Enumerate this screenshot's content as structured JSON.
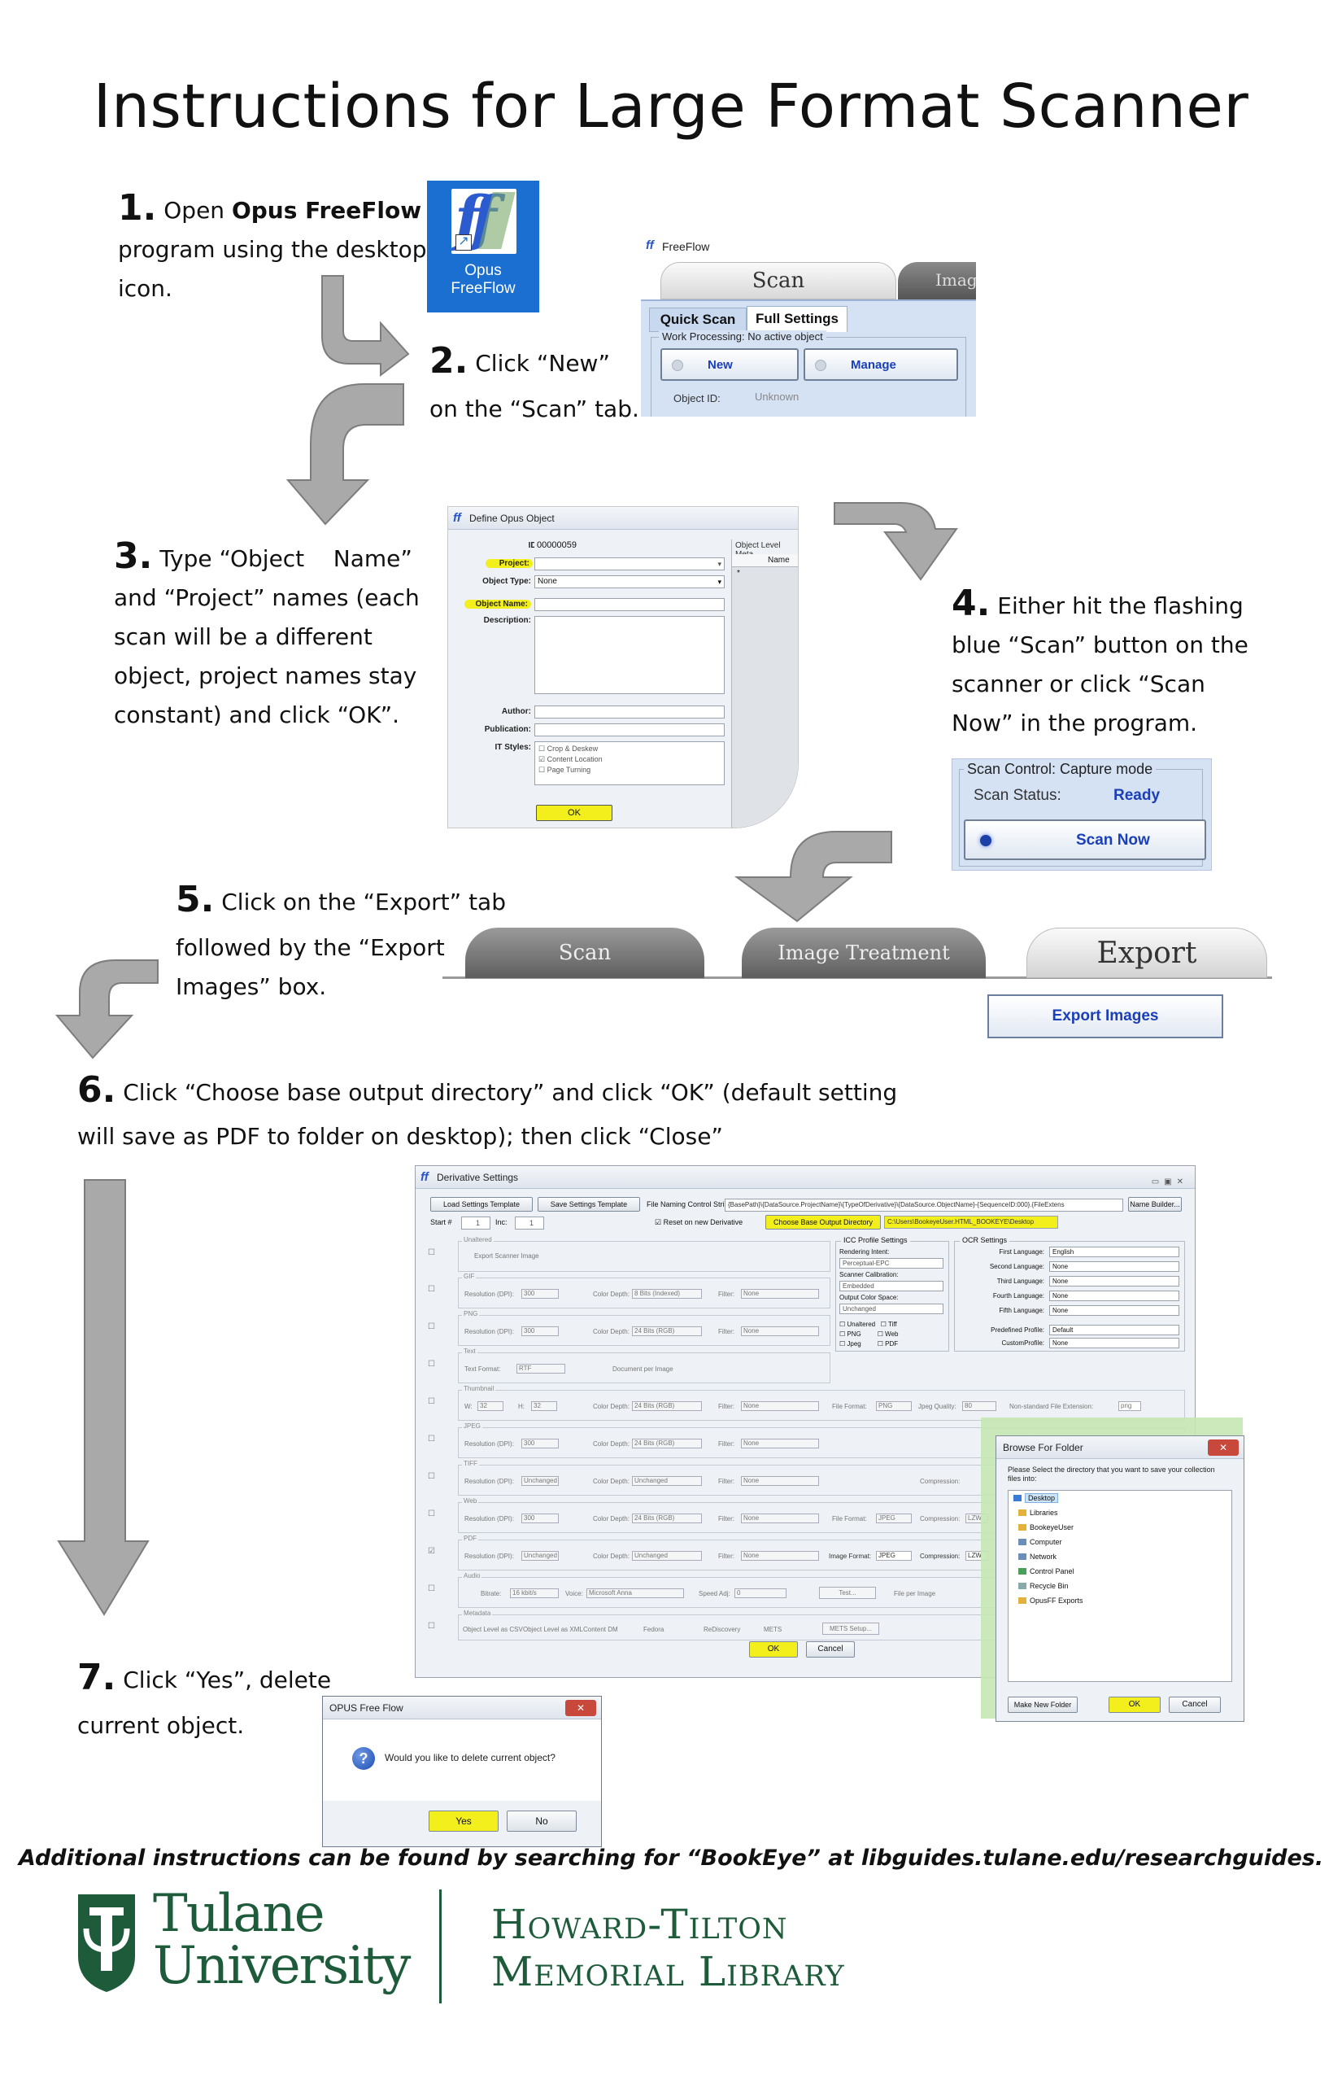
{
  "title": "Instructions for Large Format Scanner",
  "steps": {
    "s1": {
      "num": "1.",
      "text_a": "Open ",
      "bold": "Opus FreeFlow",
      "line2": "program using the desktop",
      "line3": "icon."
    },
    "s2": {
      "num": "2.",
      "line1": "Click “New”",
      "line2": "on the “Scan” tab."
    },
    "s3": {
      "num": "3.",
      "line1": "Type “Object    Name”",
      "line2": "and “Project” names (each",
      "line3": "scan will be a different",
      "line4": "object, project names stay",
      "line5": "constant) and click “OK”."
    },
    "s4": {
      "num": "4.",
      "line1": "Either hit the flashing",
      "line2": "blue “Scan” button on the",
      "line3": "scanner or click “Scan",
      "line4": "Now” in the program."
    },
    "s5": {
      "num": "5.",
      "line1": "Click on the “Export” tab",
      "line2": "followed by the “Export",
      "line3": "Images” box."
    },
    "s6": {
      "num": "6.",
      "line1": "Click “Choose base output directory” and click “OK” (default setting",
      "line2": "will save as PDF to folder on desktop); then click “Close”"
    },
    "s7": {
      "num": "7.",
      "line1": "Click “Yes”, delete",
      "line2": "current object."
    }
  },
  "desktop_icon": {
    "glyph": "ff",
    "label_line1": "Opus",
    "label_line2": "FreeFlow"
  },
  "freeflow_window": {
    "app": "FreeFlow",
    "tabs": [
      "Scan",
      "Image"
    ],
    "subtabs": [
      "Quick Scan",
      "Full Settings"
    ],
    "work_processing": "Work Processing: No active object",
    "new_label": "New",
    "manage_label": "Manage",
    "object_id_label": "Object ID:",
    "object_id_value": "Unknown"
  },
  "define_object": {
    "window_title": "Define Opus Object",
    "id_label": "ID:",
    "id_value": "00000059",
    "project_label": "Project:",
    "object_type_label": "Object Type:",
    "object_type_value": "None",
    "object_name_label": "Object Name:",
    "description_label": "Description:",
    "author_label": "Author:",
    "publication_label": "Publication:",
    "it_styles_label": "IT Styles:",
    "styles": [
      "Crop & Deskew",
      "Content Location",
      "Page Turning"
    ],
    "ok_label": "OK",
    "metadata_header": "Object Level Meta",
    "name_col": "Name"
  },
  "scan_control": {
    "group": "Scan Control: Capture mode",
    "status_label": "Scan Status:",
    "status_value": "Ready",
    "scan_now": "Scan Now"
  },
  "export_tabs": {
    "tabs": [
      "Scan",
      "Image Treatment",
      "Export"
    ],
    "export_images": "Export Images"
  },
  "derivative": {
    "window_title": "Derivative Settings",
    "load_template": "Load Settings Template",
    "save_template": "Save Settings Template",
    "naming_label": "File Naming Control String:",
    "naming_value": "{BasePath}\\{DataSource.ProjectName}\\{TypeOfDerivative}\\{DataSource.ObjectName}-{SequenceID:000}.{FileExtens",
    "name_builder": "Name Builder...",
    "start_label": "Start #",
    "start_value": "1",
    "inc_label": "Inc:",
    "inc_value": "1",
    "reset_label": "Reset on new Derivative",
    "choose_dir": "Choose Base Output Directory",
    "dir_value": "C:\\Users\\BookeyeUser.HTML_BOOKEYE\\Desktop",
    "groups": [
      "Unaltered",
      "GIF",
      "PNG",
      "Text",
      "Thumbnail",
      "JPEG",
      "TIFF",
      "Web",
      "PDF",
      "Audio",
      "Metadata"
    ],
    "export_scanner_image": "Export Scanner Image",
    "resolution_label": "Resolution (DPI):",
    "color_depth_label": "Color Depth:",
    "filter_label": "Filter:",
    "filter_value": "None",
    "res_values": [
      "300",
      "300",
      "300",
      "Unchanged",
      "300",
      "Unchanged"
    ],
    "depth_values": [
      "8 Bits (Indexed)",
      "24 Bits (RGB)",
      "24 Bits (RGB)",
      "Unchanged",
      "24 Bits (RGB)",
      "Unchanged"
    ],
    "text_format_label": "Text Format:",
    "text_format_value": "RTF",
    "doc_per_image": "Document per Image",
    "thumb_w": "32",
    "thumb_h": "32",
    "file_format_label": "File Format:",
    "file_format_png": "PNG",
    "file_format_jpeg": "JPEG",
    "jpeg_quality_label": "Jpeg Quality:",
    "jpeg_quality_value": "80",
    "non_standard_ext": "Non-standard File Extension:",
    "non_standard_value": "png",
    "image_format_label": "Image Format:",
    "compression_label": "Compression:",
    "compression_value": "LZW",
    "icc_title": "ICC Profile Settings",
    "rendering_intent": "Rendering Intent:",
    "rendering_value": "Perceptual-EPC",
    "scanner_calibration": "Scanner Calibration:",
    "calibration_value": "Embedded",
    "output_color_space": "Output Color Space:",
    "color_space_value": "Unchanged",
    "format_checks": [
      "Unaltered",
      "Tiff",
      "PNG",
      "Web",
      "Jpeg",
      "PDF"
    ],
    "ocr_title": "OCR Settings",
    "languages": [
      {
        "label": "First Language:",
        "value": "English"
      },
      {
        "label": "Second Language:",
        "value": "None"
      },
      {
        "label": "Third Language:",
        "value": "None"
      },
      {
        "label": "Fourth Language:",
        "value": "None"
      },
      {
        "label": "Fifth Language:",
        "value": "None"
      }
    ],
    "predefined_profile": "Predefined Profile:",
    "predefined_value": "Default",
    "custom_profile": "CustomProfile:",
    "custom_value": "None",
    "bitrate_label": "Bitrate:",
    "bitrate_value": "16 kbit/s",
    "voice_label": "Voice:",
    "voice_value": "Microsoft Anna",
    "speed_label": "Speed Adj:",
    "speed_value": "0",
    "test_label": "Test...",
    "file_per_image": "File per Image",
    "metadata_items": [
      "Object Level as CSV",
      "Object Level as XML",
      "Content DM",
      "Fedora",
      "ReDiscovery",
      "METS"
    ],
    "mets_setup": "METS Setup...",
    "ok": "OK",
    "cancel": "Cancel"
  },
  "browse": {
    "title": "Browse For Folder",
    "prompt": "Please Select the directory that you want to save your collection files into:",
    "items": [
      "Desktop",
      "Libraries",
      "BookeyeUser",
      "Computer",
      "Network",
      "Control Panel",
      "Recycle Bin",
      "OpusFF Exports"
    ],
    "make_new_folder": "Make New Folder",
    "ok": "OK",
    "cancel": "Cancel"
  },
  "delete_dialog": {
    "title": "OPUS Free Flow",
    "question": "Would you like to delete current object?",
    "yes": "Yes",
    "no": "No"
  },
  "footer_note": "Additional instructions can be found by searching for “BookEye” at libguides.tulane.edu/researchguides.",
  "logos": {
    "tulane_line1": "Tulane",
    "tulane_line2": "University",
    "library_line1": "Howard-Tilton",
    "library_line2": "Memorial Library"
  },
  "colors": {
    "highlight": "#f2ef1d",
    "tulane_green": "#1e5b3a",
    "arrow_gray": "#a9a9a9",
    "button_blue": "#1a3fb8"
  }
}
